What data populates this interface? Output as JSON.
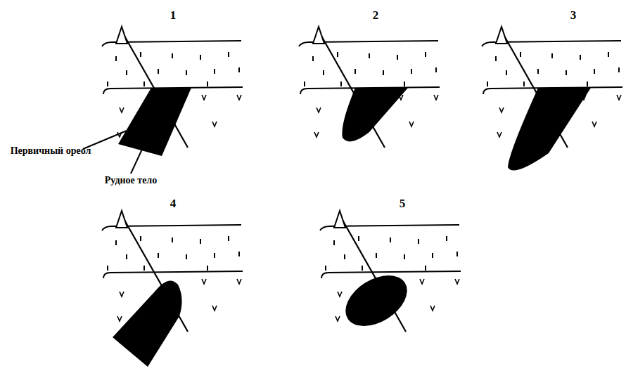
{
  "diagram": {
    "labels": [
      "1",
      "2",
      "3",
      "4",
      "5",
      "Первичный ореол",
      "Рудное тело"
    ]
  }
}
